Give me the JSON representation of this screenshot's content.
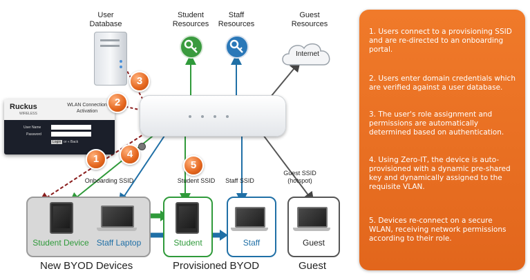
{
  "top_labels": {
    "user_database": "User\nDatabase",
    "student_resources": "Student\nResources",
    "staff_resources": "Staff\nResources",
    "guest_resources": "Guest\nResources",
    "internet": "Internet"
  },
  "login_screen": {
    "brand": "Ruckus",
    "brand_sub": "WIRELESS",
    "title": "WLAN Connection\nActivation",
    "user_name_label": "User Name",
    "password_label": "Password",
    "login_button": "Login",
    "back_link": "or « Back"
  },
  "ssids": {
    "onboarding": "Onboarding SSID",
    "student": "Student SSID",
    "staff": "Staff SSID",
    "guest": "Guest SSID\n(hotspot)"
  },
  "step_badges": [
    "1",
    "2",
    "3",
    "4",
    "5"
  ],
  "devices": {
    "student_device": "Student Device",
    "staff_laptop": "Staff Laptop",
    "student": "Student",
    "staff": "Staff",
    "guest": "Guest"
  },
  "groups": {
    "new_byod": "New BYOD Devices",
    "provisioned_byod": "Provisioned BYOD",
    "guest": "Guest"
  },
  "steps": [
    "1. Users connect to a provisioning SSID and are re-directed to an onboarding portal.",
    "2. Users enter domain credentials which are verified against a user database.",
    "3. The user's role assignment and permissions are automatically determined based on authentication.",
    "4. Using Zero-IT, the device is auto-provisioned with a dynamic pre-shared key and dynamically assigned to the requisite VLAN.",
    "5. Devices re-connect on a secure WLAN, receiving network permissions according to their role."
  ],
  "colors": {
    "panel": "#e86f22",
    "student_green": "#2f9a3a",
    "staff_blue": "#1f6fa6",
    "onboarding_red": "#8a1e1e"
  }
}
